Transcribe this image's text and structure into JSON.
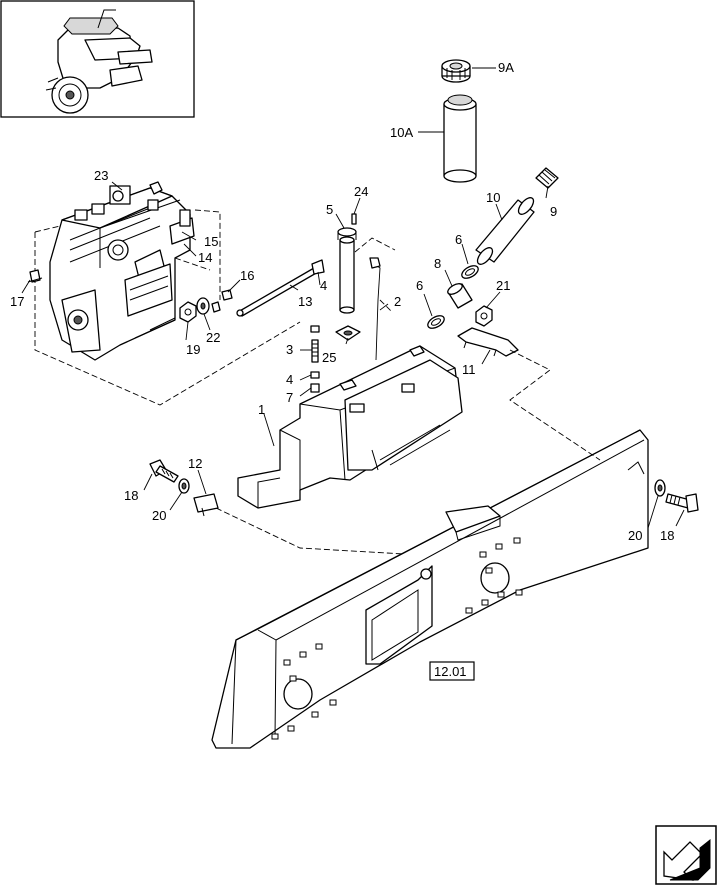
{
  "callouts": {
    "c1": "1",
    "c2": "2",
    "c3": "3",
    "c4a": "4",
    "c4b": "4",
    "c5": "5",
    "c6a": "6",
    "c6b": "6",
    "c7": "7",
    "c8": "8",
    "c9": "9",
    "c9a": "9A",
    "c10": "10",
    "c10a": "10A",
    "c11": "11",
    "c12": "12",
    "c13": "13",
    "c14": "14",
    "c15": "15",
    "c16": "16",
    "c17": "17",
    "c18a": "18",
    "c18b": "18",
    "c19": "19",
    "c20a": "20",
    "c20b": "20",
    "c21": "21",
    "c22": "22",
    "c23": "23",
    "c24": "24",
    "c25": "25"
  },
  "reference_box": "12.01",
  "icons": {
    "thumbnail": "engine-thumbnail-icon",
    "navigation": "next-page-arrow-icon"
  }
}
